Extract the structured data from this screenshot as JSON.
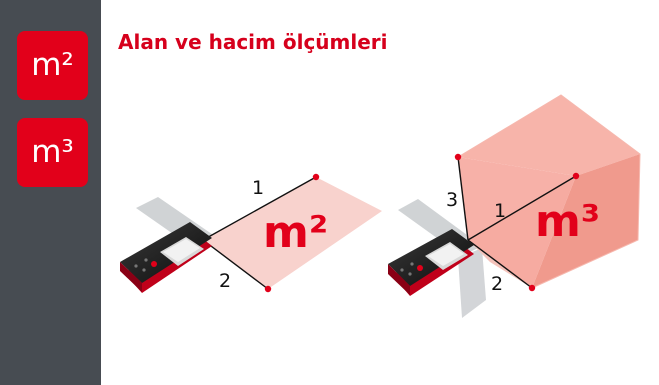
{
  "sidebar": {
    "badges": [
      {
        "label": "m²"
      },
      {
        "label": "m³"
      }
    ]
  },
  "title": "Alan ve hacim ölçümleri",
  "area_figure": {
    "big_label": "m²",
    "edge_labels": [
      "1",
      "2"
    ]
  },
  "volume_figure": {
    "big_label": "m³",
    "edge_labels": [
      "3",
      "1",
      "2"
    ]
  },
  "colors": {
    "accent": "#e2001a",
    "sidebar": "#474c52"
  }
}
